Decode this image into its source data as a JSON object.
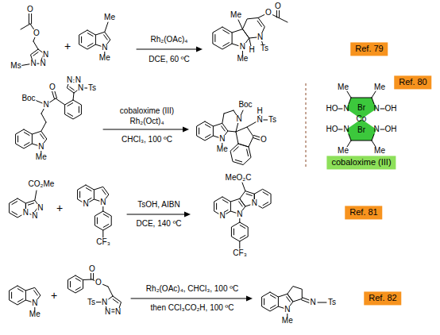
{
  "diagram": {
    "nodes": [
      {
        "text": [
          "Ref. 79"
        ]
      },
      {
        "text": [
          "Ref. 80"
        ]
      },
      {
        "text": [
          "cobaloxime (III)"
        ]
      },
      {
        "text": [
          "Ref. 81"
        ]
      },
      {
        "text": [
          "Ref. 82"
        ]
      }
    ],
    "labels": [
      "O",
      "O",
      "Ms",
      "N",
      "N",
      "N",
      "+",
      "Me",
      "N",
      "Me",
      "Rh₂(OAc)₄",
      "DCE, 60 ºC",
      "Me",
      "N",
      "Me",
      "H",
      "N",
      "Ts",
      "O",
      "O",
      "N",
      "N",
      "N",
      "Ts",
      "O",
      "Boc",
      "N",
      "N",
      "Me",
      "cobaloxime (III)",
      "Rh₂(Oct)₄",
      "CHCl₃, 100 ºC",
      "Boc",
      "H",
      "N",
      "N",
      "Ts",
      "O",
      "N",
      "Me",
      "Me",
      "Me",
      "HO",
      "N",
      "Br",
      "N",
      "OH",
      "Co",
      "HO",
      "N",
      "Br",
      "N",
      "OH",
      "Me",
      "Me",
      "CO₂Me",
      "N",
      "N",
      "N",
      "+",
      "N",
      "N",
      "CF₃",
      "TsOH, AIBN",
      "DCE, 140 ºC",
      "MeO₂C",
      "N",
      "N",
      "N",
      "CF₃",
      "N",
      "Me",
      "+",
      "O",
      "O",
      "N",
      "Ts",
      "N",
      "N",
      "Rh₂(OAc)₄, CHCl₃, 100 ºC",
      "then CCl₃CO₂H, 100 ºC",
      "N",
      "Me",
      "N",
      "Ts"
    ]
  }
}
